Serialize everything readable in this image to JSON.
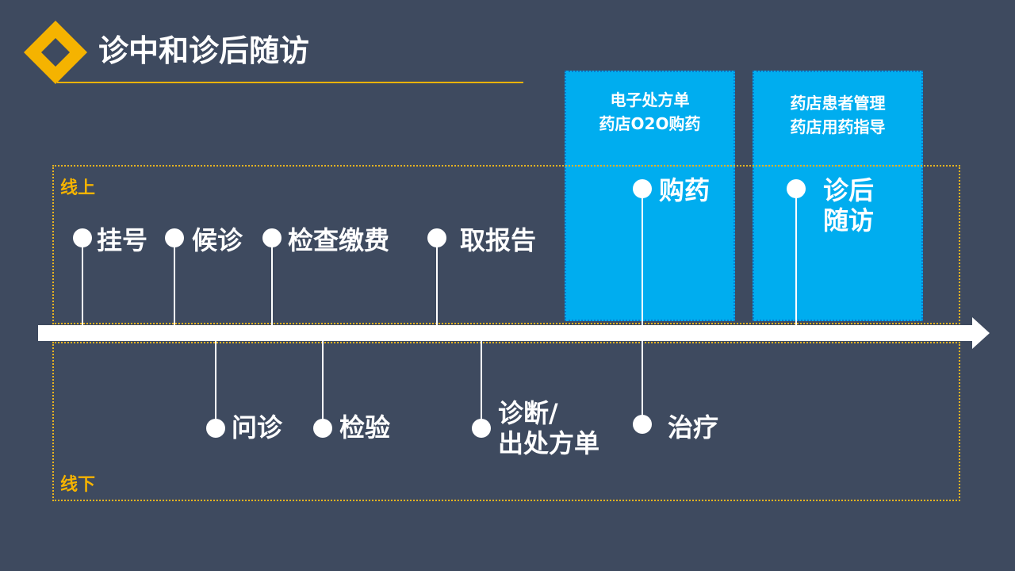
{
  "colors": {
    "background": "#3e4a5f",
    "accent": "#f5b300",
    "box_fill": "#00adef",
    "timeline": "#ffffff"
  },
  "header": {
    "title": "诊中和诊后随访"
  },
  "zones": {
    "online_label": "线上",
    "offline_label": "线下"
  },
  "boxes": {
    "purchase": {
      "lines": [
        "电子处方单",
        "药店O2O购药"
      ]
    },
    "followup": {
      "lines": [
        "药店患者管理",
        "药店用药指导"
      ]
    }
  },
  "online_steps": {
    "register": "挂号",
    "wait": "候诊",
    "exam_pay": "检查缴费",
    "get_report": "取报告",
    "buy_medicine": "购药",
    "followup_lines": [
      "诊后",
      "随访"
    ]
  },
  "offline_steps": {
    "consult": "问诊",
    "test": "检验",
    "diagnose_lines": [
      "诊断/",
      "出处方单"
    ],
    "treat": "治疗"
  }
}
